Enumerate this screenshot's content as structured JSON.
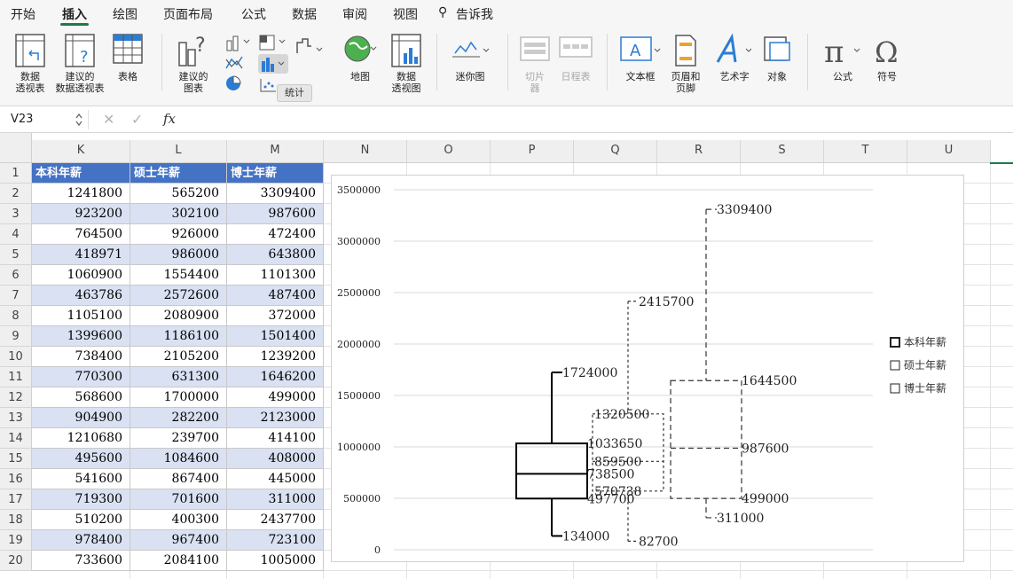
{
  "menu": {
    "tabs": [
      "开始",
      "插入",
      "绘图",
      "页面布局",
      "公式",
      "数据",
      "审阅",
      "视图"
    ],
    "active_tab": "插入",
    "tell_me": "告诉我"
  },
  "ribbon": {
    "pivot_table": "数据\n透视表",
    "recommended_pivot": "建议的\n数据透视表",
    "table": "表格",
    "recommended_charts": "建议的\n图表",
    "maps": "地图",
    "pivot_chart": "数据\n透视图",
    "sparklines": "迷你图",
    "slicer": "切片\n器",
    "timeline": "日程表",
    "textbox": "文本框",
    "header_footer": "页眉和\n页脚",
    "wordart": "艺术字",
    "object": "对象",
    "equation": "公式",
    "symbol": "符号",
    "tooltip": "统计"
  },
  "formula_bar": {
    "name_box": "V23",
    "cancel": "✕",
    "confirm": "✓",
    "fx": "fx",
    "value": ""
  },
  "sheet": {
    "columns": [
      "K",
      "L",
      "M",
      "N",
      "O",
      "P",
      "Q",
      "R",
      "S",
      "T",
      "U"
    ],
    "rows": [
      "1",
      "2",
      "3",
      "4",
      "5",
      "6",
      "7",
      "8",
      "9",
      "10",
      "11",
      "12",
      "13",
      "14",
      "15",
      "16",
      "17",
      "18",
      "19",
      "20"
    ],
    "headers": [
      "本科年薪",
      "硕士年薪",
      "博士年薪"
    ],
    "data": [
      [
        "1241800",
        "565200",
        "3309400"
      ],
      [
        "923200",
        "302100",
        "987600"
      ],
      [
        "764500",
        "926000",
        "472400"
      ],
      [
        "418971",
        "986000",
        "643800"
      ],
      [
        "1060900",
        "1554400",
        "1101300"
      ],
      [
        "463786",
        "2572600",
        "487400"
      ],
      [
        "1105100",
        "2080900",
        "372000"
      ],
      [
        "1399600",
        "1186100",
        "1501400"
      ],
      [
        "738400",
        "2105200",
        "1239200"
      ],
      [
        "770300",
        "631300",
        "1646200"
      ],
      [
        "568600",
        "1700000",
        "499000"
      ],
      [
        "904900",
        "282200",
        "2123000"
      ],
      [
        "1210680",
        "239700",
        "414100"
      ],
      [
        "495600",
        "1084600",
        "408000"
      ],
      [
        "541600",
        "867400",
        "445000"
      ],
      [
        "719300",
        "701600",
        "311000"
      ],
      [
        "510200",
        "400300",
        "2437700"
      ],
      [
        "978400",
        "967400",
        "723100"
      ],
      [
        "733600",
        "2084100",
        "1005000"
      ]
    ]
  },
  "chart_data": {
    "type": "box",
    "ylim": [
      0,
      3500000
    ],
    "yticks": [
      "0",
      "500000",
      "1000000",
      "1500000",
      "2000000",
      "2500000",
      "3000000",
      "3500000"
    ],
    "legend_position": "right",
    "series": [
      {
        "name": "本科年薪",
        "min": 134000,
        "q1": 497700,
        "median": 738500,
        "q3": 1033650,
        "max": 1724000,
        "labels": {
          "max": "1724000",
          "q3": "1033650",
          "median": "738500",
          "q1": "497700",
          "min": "134000"
        }
      },
      {
        "name": "硕士年薪",
        "min": 82700,
        "q1": 570738,
        "median": 859500,
        "q3": 1320500,
        "max": 2415700,
        "labels": {
          "max": "2415700",
          "q3": "1320500",
          "median": "859500",
          "q1": "570738",
          "min": "82700"
        }
      },
      {
        "name": "博士年薪",
        "min": 311000,
        "q1": 499000,
        "median": 987600,
        "q3": 1644500,
        "max": 3309400,
        "labels": {
          "max": "3309400",
          "q3": "1644500",
          "median": "987600",
          "q1": "499000",
          "min": "311000"
        }
      }
    ]
  }
}
